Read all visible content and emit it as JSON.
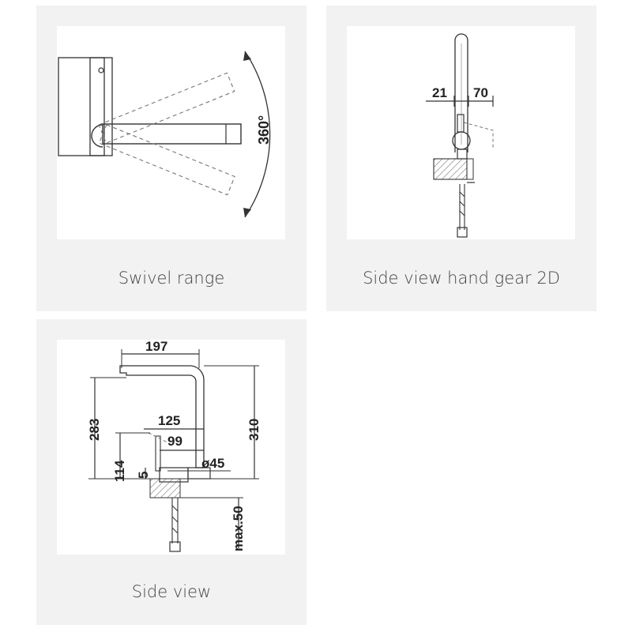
{
  "panels": {
    "swivel": {
      "caption": "Swivel range",
      "dimensions": {
        "angle": "360°"
      }
    },
    "side_hand_gear": {
      "caption": "Side view hand gear 2D",
      "dimensions": {
        "left": "21",
        "right": "70"
      }
    },
    "side": {
      "caption": "Side view",
      "dimensions": {
        "reach": "197",
        "total_height": "310",
        "height_283": "283",
        "depth_125": "125",
        "depth_99": "99",
        "height_114": "114",
        "height_5": "5",
        "diameter": "ø45",
        "max_thickness": "max.50"
      }
    }
  },
  "colors": {
    "card_bg": "#f2f2f2",
    "drawing_bg": "#ffffff",
    "line": "#222222",
    "dashed": "#777777"
  }
}
